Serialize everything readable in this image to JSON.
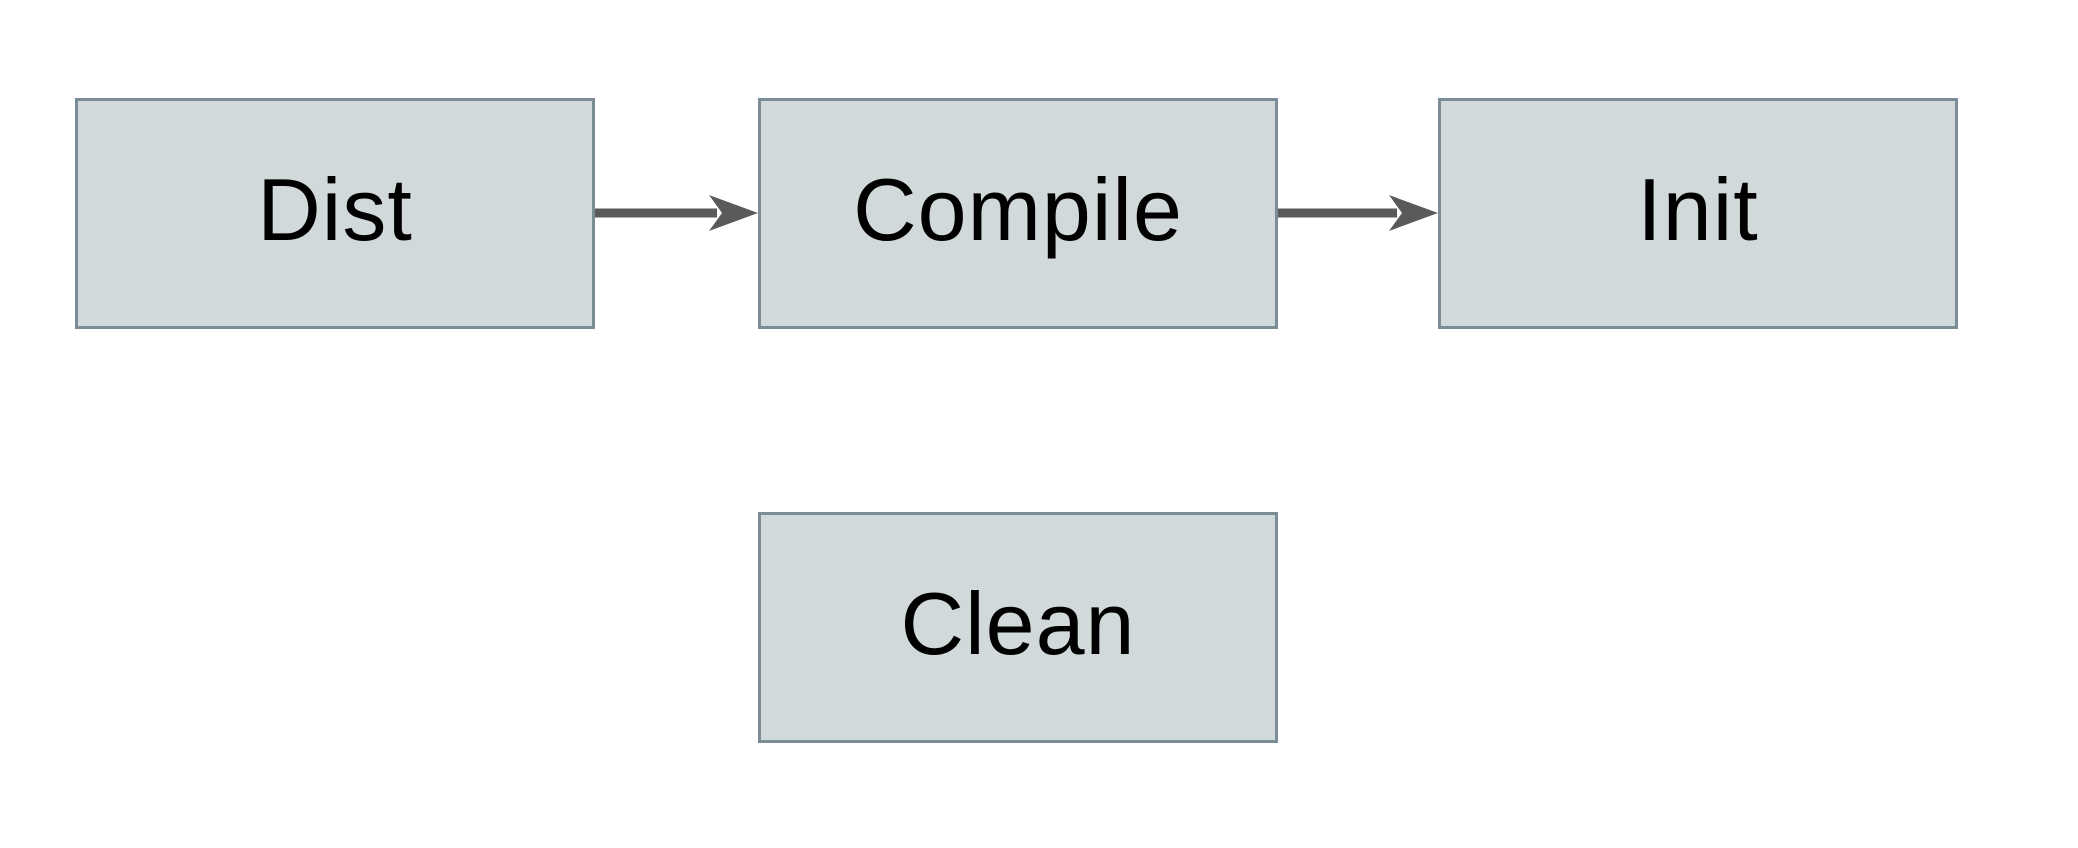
{
  "diagram": {
    "type": "flowchart",
    "colors": {
      "background": "#ffffff",
      "node-fill": "#d1d9db",
      "node-border": "#7a8c96",
      "arrow": "#5a5a5a",
      "text": "#000000"
    },
    "nodes": [
      {
        "id": "dist",
        "label": "Dist"
      },
      {
        "id": "compile",
        "label": "Compile"
      },
      {
        "id": "init",
        "label": "Init"
      },
      {
        "id": "clean",
        "label": "Clean"
      }
    ],
    "edges": [
      {
        "from": "dist",
        "to": "compile",
        "direction": "right",
        "style": "solid-arrow"
      },
      {
        "from": "compile",
        "to": "init",
        "direction": "right",
        "style": "solid-arrow"
      }
    ]
  }
}
